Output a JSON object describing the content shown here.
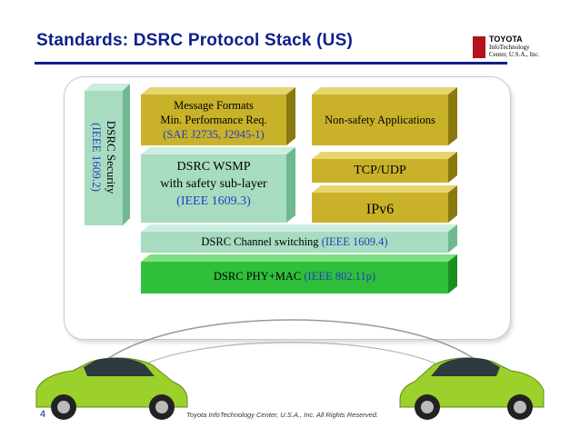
{
  "title": "Standards: DSRC Protocol Stack (US)",
  "logo": {
    "line1": "TOYOTA",
    "line2": "InfoTechnology",
    "line3": "Center, U.S.A., Inc."
  },
  "security": {
    "line1": "DSRC Security",
    "line2": "(IEEE 1609.2)"
  },
  "message_formats": {
    "line1": "Message Formats",
    "line2": "Min. Performance Req.",
    "line3": "(SAE J2735, J2945-1)"
  },
  "non_safety": "Non-safety Applications",
  "wsmp": {
    "line1": "DSRC WSMP",
    "line2": "with safety sub-layer",
    "line3": "(IEEE 1609.3)"
  },
  "tcp_udp": "TCP/UDP",
  "ipv6": "IPv6",
  "channel_switching": {
    "text": "DSRC Channel switching ",
    "std": "(IEEE 1609.4)"
  },
  "phy_mac": {
    "text": "DSRC PHY+MAC ",
    "std": "(IEEE 802.11p)"
  },
  "footer": "Toyota InfoTechnology Center, U.S.A., Inc.  All Rights Reserved.",
  "page_number": "4",
  "colors": {
    "title": "#0d1f8c",
    "olive": "#c9b22a",
    "mint": "#a7dcc0",
    "green": "#2fbf3a",
    "car": "#9bd12a"
  }
}
